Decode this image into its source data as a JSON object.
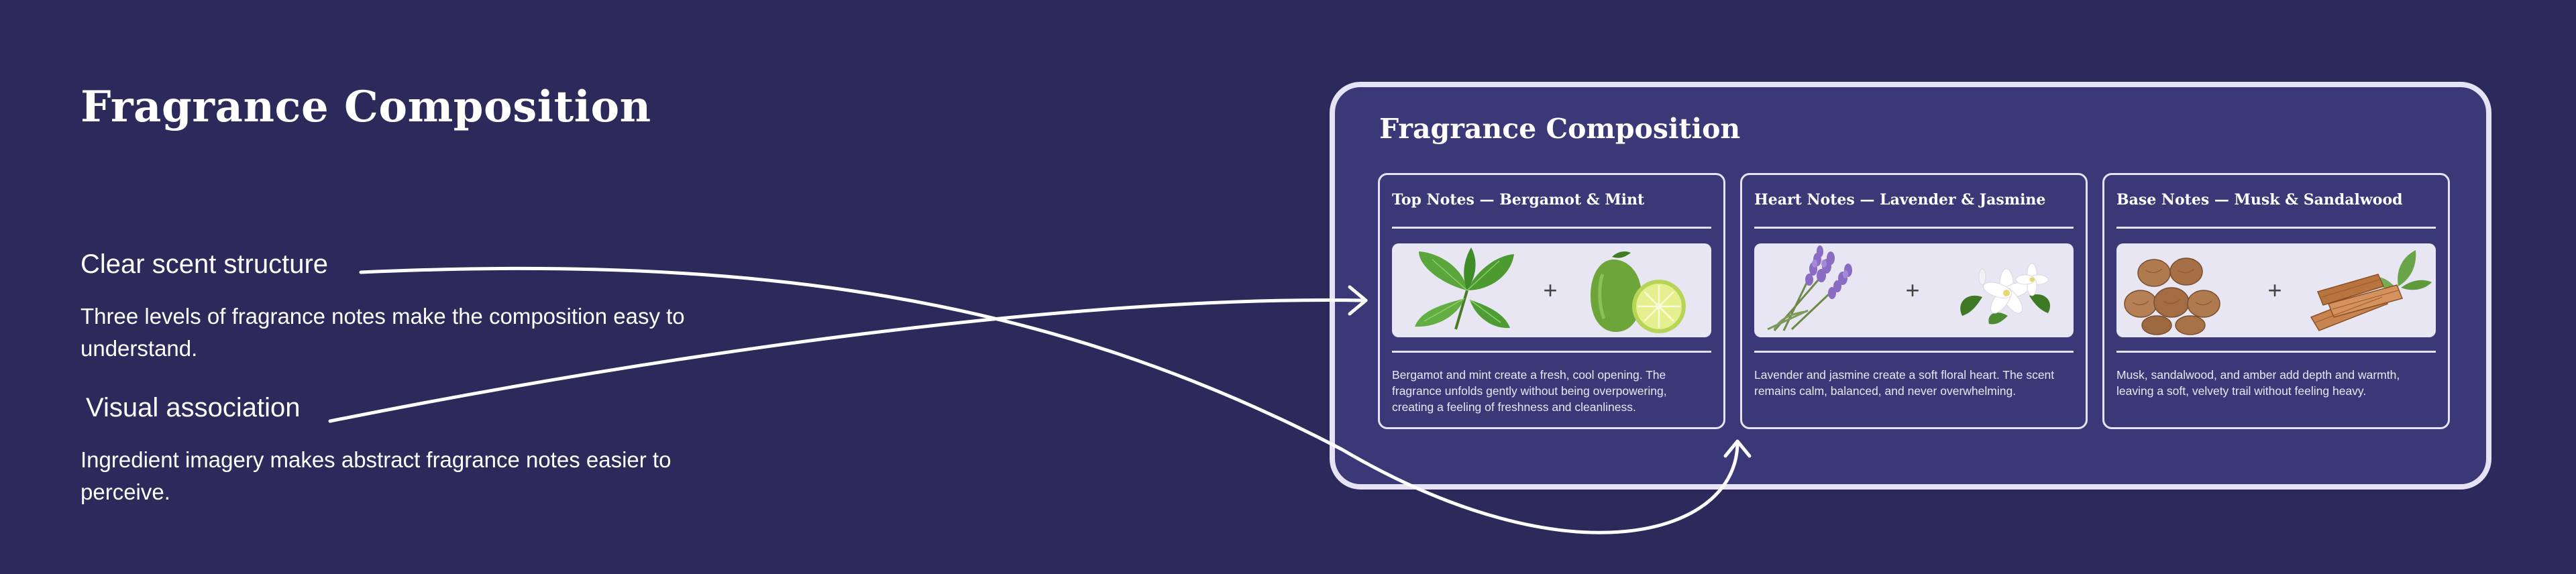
{
  "page": {
    "title": "Fragrance Composition",
    "points": [
      {
        "heading": "Clear scent structure",
        "text": "Three levels of fragrance notes make the composition easy to understand."
      },
      {
        "heading": "Visual association",
        "text": "Ingredient imagery makes abstract fragrance notes easier to perceive."
      }
    ]
  },
  "panel": {
    "title": "Fragrance Composition",
    "cards": [
      {
        "title": "Top Notes — Bergamot & Mint",
        "plus": "+",
        "text": "Bergamot and mint create a fresh, cool opening. The fragrance unfolds gently without being overpowering, creating a feeling of freshness and cleanliness."
      },
      {
        "title": "Heart Notes — Lavender & Jasmine",
        "plus": "+",
        "text": "Lavender and jasmine create a soft floral heart. The scent remains calm, balanced, and never overwhelming."
      },
      {
        "title": "Base Notes — Musk & Sandalwood",
        "plus": "+",
        "text": "Musk, sandalwood, and amber add depth and warmth, leaving a soft, velvety trail without feeling heavy."
      }
    ]
  },
  "icons": [
    "mint-leaves-icon",
    "bergamot-icon",
    "lavender-icon",
    "jasmine-icon",
    "musk-nuts-icon",
    "sandalwood-icon"
  ],
  "colors": {
    "background": "#2b2a5a",
    "panel": "#3a3876",
    "border": "#e6e3f7",
    "image_bg": "#e8e6f3"
  }
}
